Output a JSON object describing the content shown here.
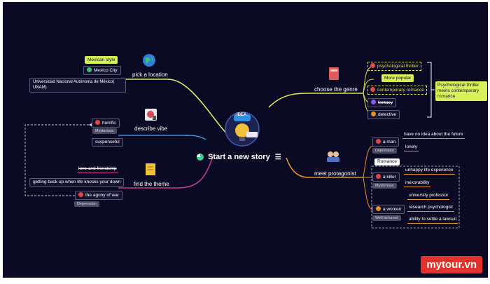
{
  "central": {
    "title": "Start a new story",
    "logo_text": "IDEA"
  },
  "location": {
    "branch": "pick a location",
    "note": "Mexican style",
    "city": "Mexico City",
    "university": "Universidad Nacional Autónoma de México( UNAM)"
  },
  "vibe": {
    "branch": "describe vibe",
    "items": [
      "horrific",
      "Mysterious",
      "suspenseful"
    ]
  },
  "theme": {
    "branch": "find the theme",
    "strike": "love and friendship",
    "line1": "getting back up when life knocks your down",
    "line2": "the agony of war",
    "tag": "Depression"
  },
  "genre": {
    "branch": "choose the genre",
    "items": [
      "psychological thriller",
      "More popular",
      "contemporary romance",
      "fantasy",
      "detective"
    ],
    "summary": "Psychological thriller meets contemporary romance"
  },
  "protagonist": {
    "branch": "meet protagonist",
    "man": "a man",
    "man_tag": "Depressed",
    "man_note1": "have no idea about the future",
    "man_note2": "lonely",
    "romance": "Romance",
    "killer": "a killer",
    "killer_tag": "Mysterious",
    "killer_note1": "unhappy life experience",
    "killer_note2": "inexorability",
    "woman": "a women",
    "woman_tag": "Well behaved",
    "woman_note1": "university professor",
    "woman_note2": "research psychologist",
    "woman_note3": "ability to settle a lawsuit"
  },
  "watermark": "mytour.vn",
  "colors": {
    "background": "#0a0a24",
    "location": "#d8ec60",
    "vibe": "#2f8fe0",
    "theme": "#c03a8a",
    "genre": "#e0e050",
    "protagonist": "#e8902a"
  }
}
